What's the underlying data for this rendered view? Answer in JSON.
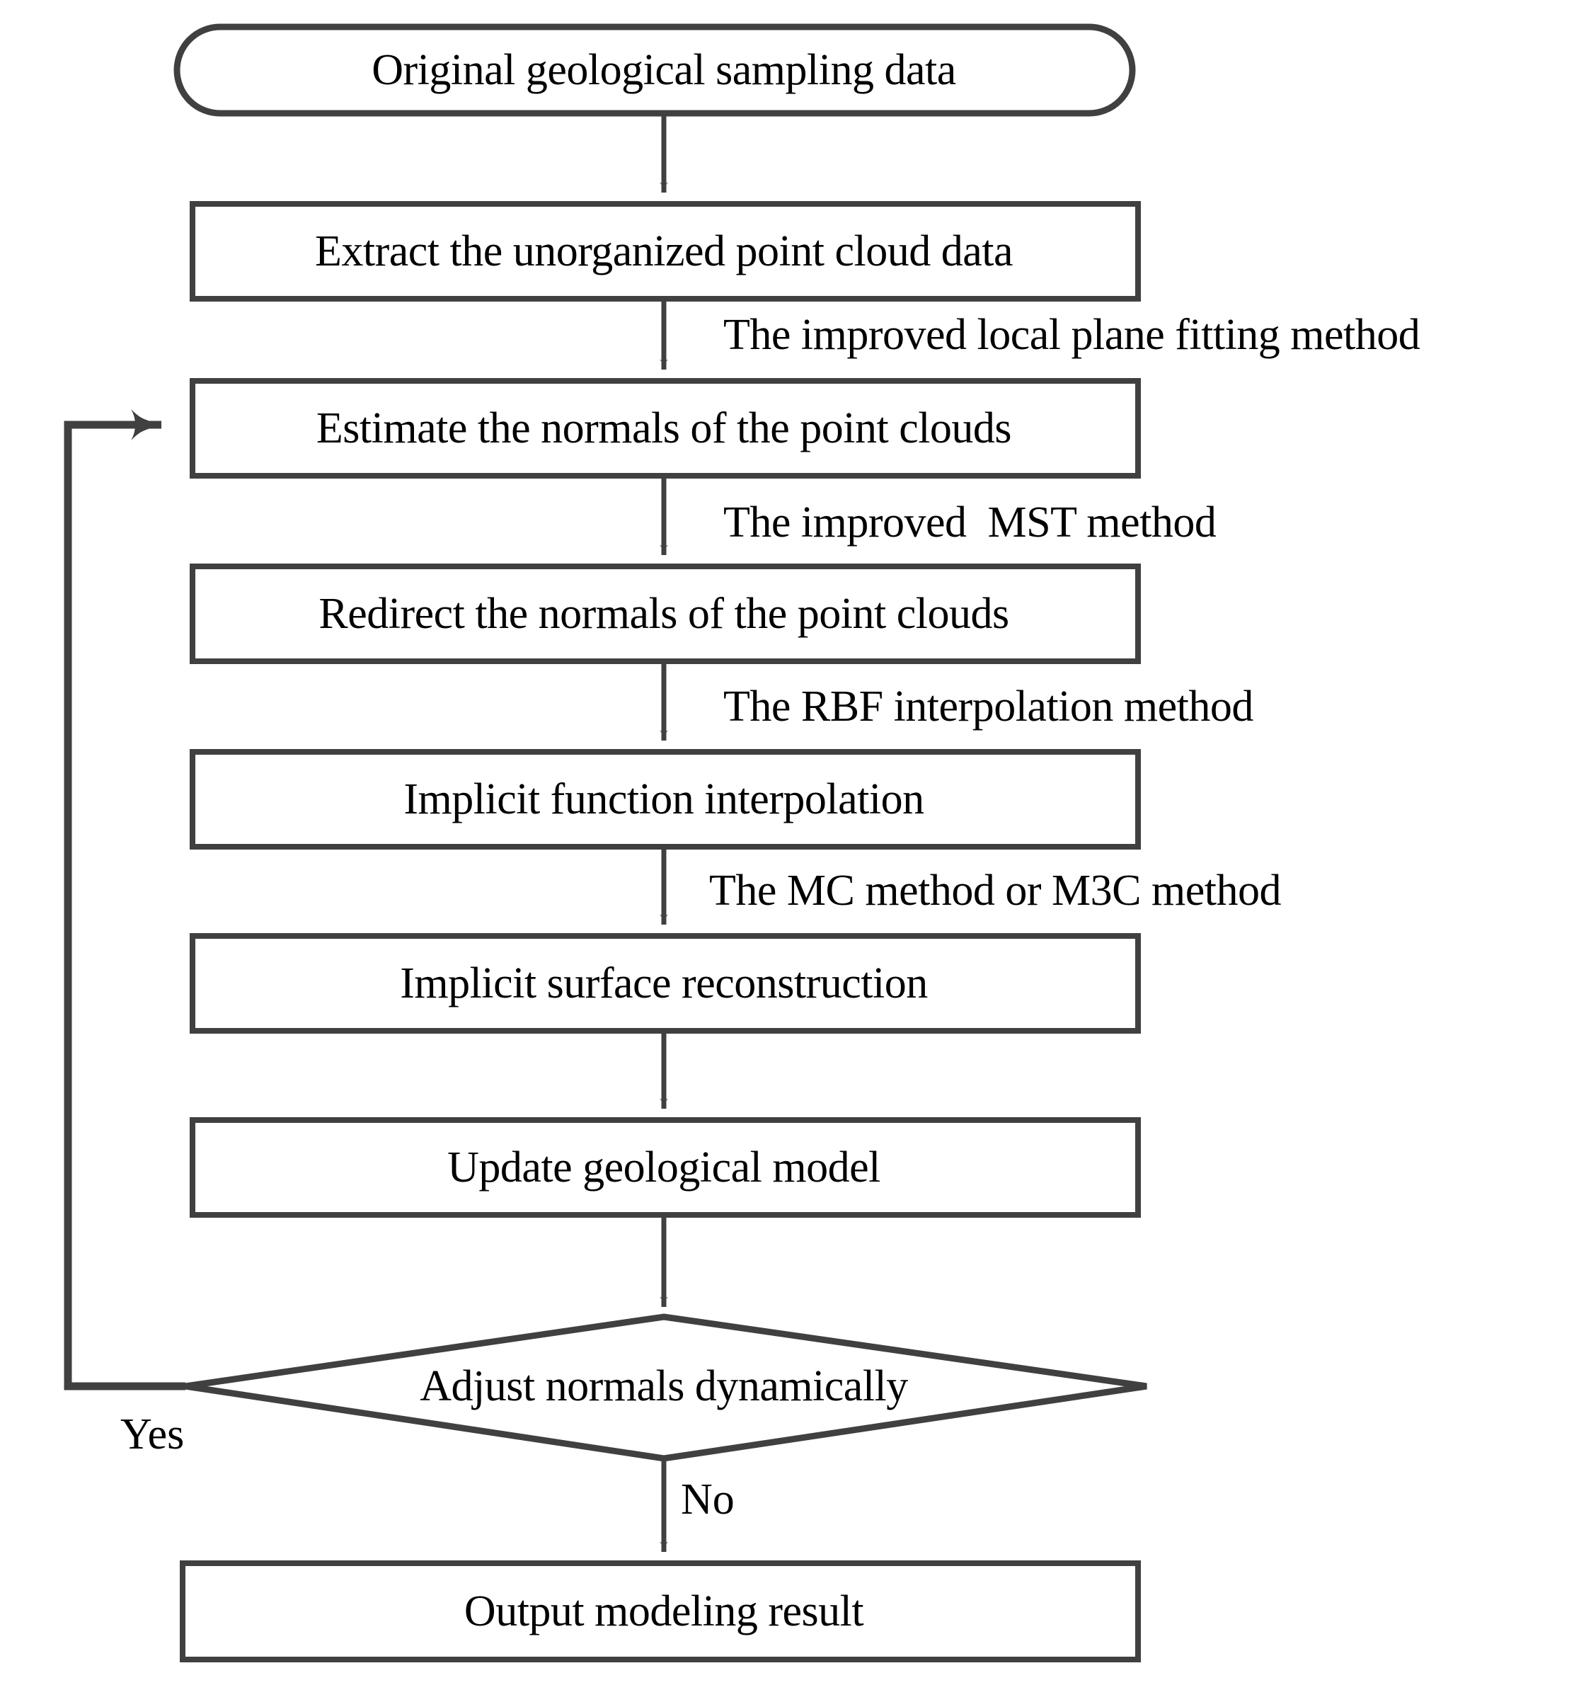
{
  "diagram": {
    "title": "Geological modeling workflow flowchart",
    "stroke_color": "#404040",
    "text_color": "#000000",
    "background_color": "#ffffff",
    "nodes": [
      {
        "id": "start",
        "shape": "rounded",
        "label": "Original geological sampling data"
      },
      {
        "id": "extract",
        "shape": "process",
        "label": "Extract the unorganized point cloud data"
      },
      {
        "id": "estimate",
        "shape": "process",
        "label": "Estimate the normals of the point clouds"
      },
      {
        "id": "redirect",
        "shape": "process",
        "label": "Redirect the normals of the point clouds"
      },
      {
        "id": "interp",
        "shape": "process",
        "label": "Implicit function interpolation"
      },
      {
        "id": "reconstruct",
        "shape": "process",
        "label": "Implicit surface reconstruction"
      },
      {
        "id": "update",
        "shape": "process",
        "label": "Update geological model"
      },
      {
        "id": "decision",
        "shape": "diamond",
        "label": "Adjust normals dynamically"
      },
      {
        "id": "output",
        "shape": "process",
        "label": "Output modeling result"
      }
    ],
    "edge_labels": [
      {
        "id": "lbl-local-plane",
        "text": "The improved local plane fitting method"
      },
      {
        "id": "lbl-mst",
        "text": "The improved  MST method"
      },
      {
        "id": "lbl-rbf",
        "text": "The RBF interpolation method"
      },
      {
        "id": "lbl-mc",
        "text": "The MC method or M3C method"
      }
    ],
    "branch_labels": [
      {
        "id": "branch-yes",
        "text": "Yes"
      },
      {
        "id": "branch-no",
        "text": "No"
      }
    ]
  }
}
